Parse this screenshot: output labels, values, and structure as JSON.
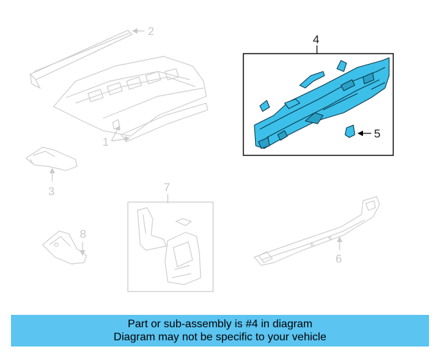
{
  "callouts": {
    "c1": "1",
    "c2": "2",
    "c3": "3",
    "c4": "4",
    "c5": "5",
    "c6": "6",
    "c7": "7",
    "c8": "8"
  },
  "banner": {
    "line1": "Part or sub-assembly is #4 in diagram",
    "line2": "Diagram may not be specific to your vehicle"
  },
  "colors": {
    "highlight": "#3cc0ea",
    "banner": "#5bc4f1",
    "faded": "#c9c9c9"
  }
}
